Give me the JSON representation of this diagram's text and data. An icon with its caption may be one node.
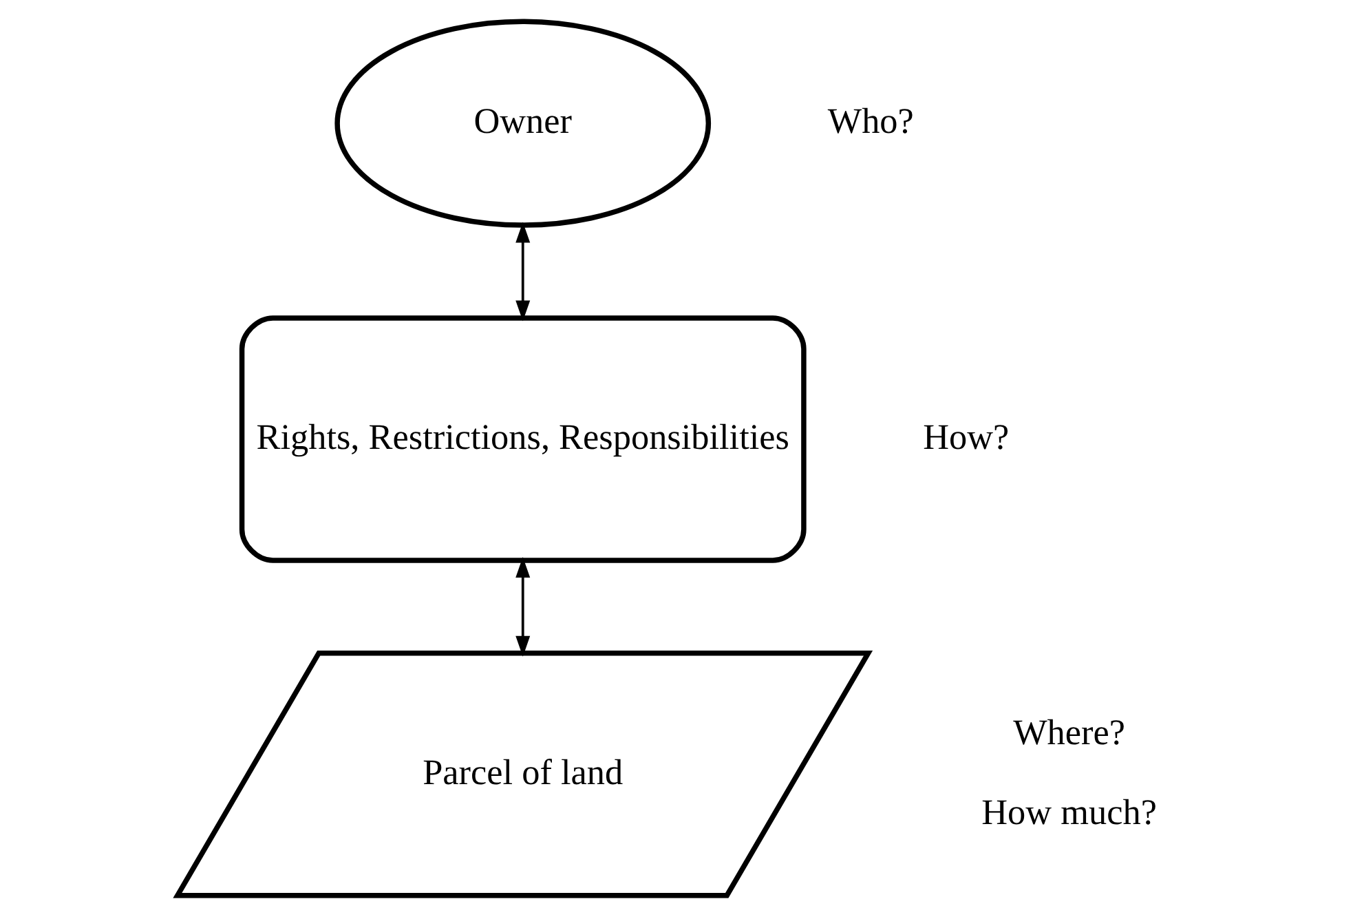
{
  "diagram": {
    "nodes": [
      {
        "text": [
          "Owner"
        ],
        "beside": [
          "Who?"
        ]
      },
      {
        "text": [
          "Rights, Restrictions, Responsibilities"
        ],
        "beside": [
          "How?"
        ]
      },
      {
        "text": [
          "Parcel of land"
        ],
        "beside": [
          "Where?",
          "How much?"
        ]
      }
    ],
    "edges": [
      {
        "from": 0,
        "to": 1,
        "arrow": "both"
      },
      {
        "from": 1,
        "to": 2,
        "arrow": "both"
      }
    ]
  }
}
